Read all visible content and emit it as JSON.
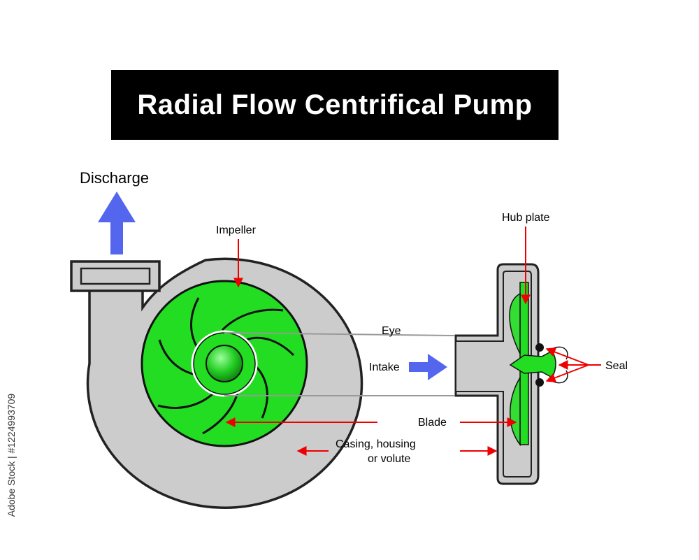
{
  "title": "Radial Flow Centrifical Pump",
  "labels": {
    "discharge": "Discharge",
    "impeller": "Impeller",
    "hub_plate": "Hub plate",
    "eye": "Eye",
    "intake": "Intake",
    "seal": "Seal",
    "blade": "Blade",
    "casing_line1": "Casing, housing",
    "casing_line2": "or volute"
  },
  "stamp": "Adobe Stock | #1224993709",
  "colors": {
    "casing": "#cccccc",
    "impeller": "#22dd22",
    "flow_arrow": "#5566ee",
    "leader": "#ee0000",
    "outline": "#222222"
  }
}
